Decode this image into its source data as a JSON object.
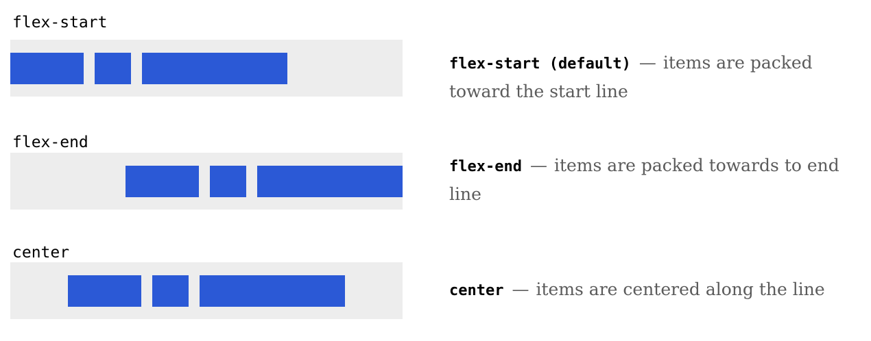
{
  "colors": {
    "item": "#2b59d6",
    "container": "#ededed",
    "description_text": "#5b5b5b",
    "code_text": "#000000"
  },
  "examples": [
    {
      "label": "flex-start",
      "keyword": "flex-start (default)",
      "dash": "—",
      "description": "items are packed toward the start line"
    },
    {
      "label": "flex-end",
      "keyword": "flex-end",
      "dash": "—",
      "description": "items are packed towards to end line"
    },
    {
      "label": "center",
      "keyword": "center",
      "dash": "—",
      "description": "items are centered along the line"
    }
  ]
}
